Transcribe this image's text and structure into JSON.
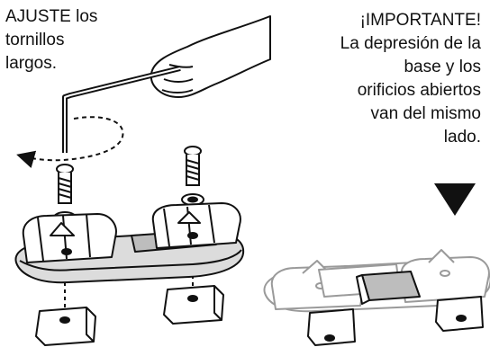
{
  "instruction": {
    "text": "AJUSTE los\ntornillos\nlargos."
  },
  "note": {
    "title": "¡IMPORTANTE!",
    "body": "La depresión de la\nbase y los\norificios abiertos\nvan del mismo\nlado."
  },
  "icons": {
    "hand": "hand-holding-allen-wrench-icon",
    "rotation": "counterclockwise-rotation-arrow-icon",
    "pointer": "down-triangle-arrow-icon"
  },
  "colors": {
    "ink": "#111111",
    "foot_fill": "#dcdcdc",
    "recess_fill": "#bdbdbd",
    "faded": "#9a9a9a"
  }
}
